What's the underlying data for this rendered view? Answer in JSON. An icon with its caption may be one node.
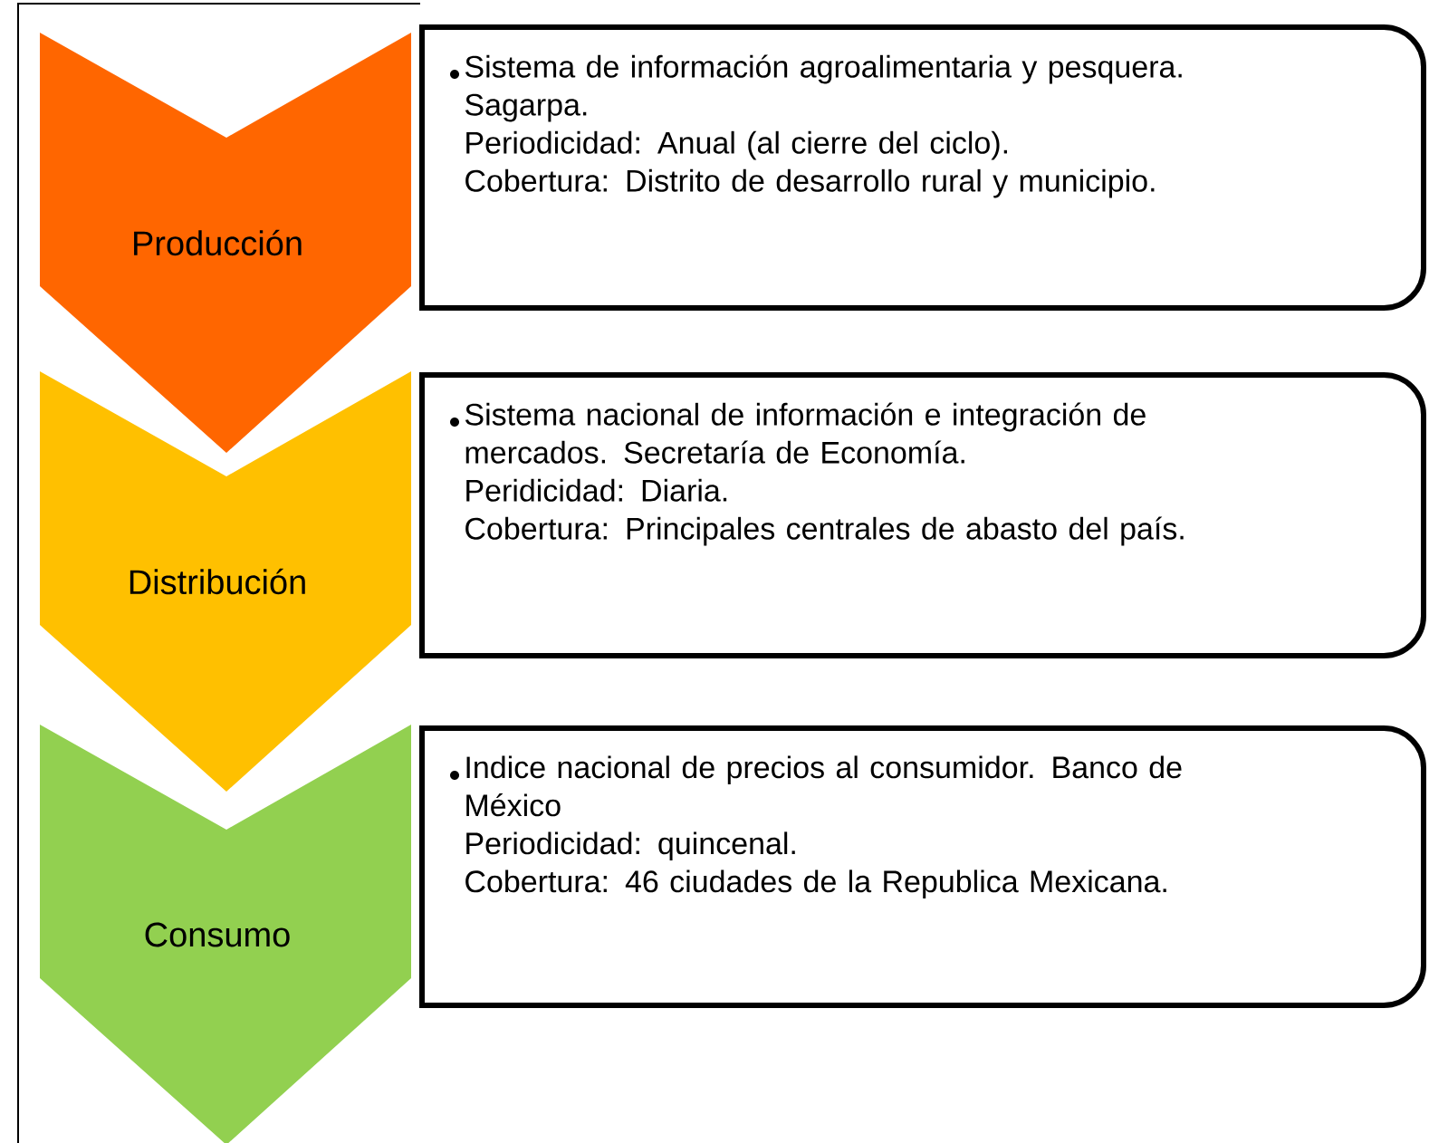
{
  "diagram": {
    "nodes": [
      {
        "text": [
          "Producción"
        ]
      },
      {
        "text": [
          "Distribución"
        ]
      },
      {
        "text": [
          "Consumo"
        ]
      },
      {
        "text": [
          "Sistema de información agroalimentaria y pesquera. Sagarpa.",
          "Periodicidad: Anual (al cierre del ciclo).",
          "Cobertura: Distrito de desarrollo rural y municipio."
        ]
      },
      {
        "text": [
          "Sistema nacional de información e integración de mercados. Secretaría de Economía.",
          "Peridicidad: Diaria.",
          "Cobertura: Principales centrales de abasto del país."
        ]
      },
      {
        "text": [
          "Indice nacional de precios al consumidor. Banco de México",
          "Periodicidad: quincenal.",
          "Cobertura: 46 ciudades de la Republica Mexicana."
        ]
      }
    ]
  }
}
